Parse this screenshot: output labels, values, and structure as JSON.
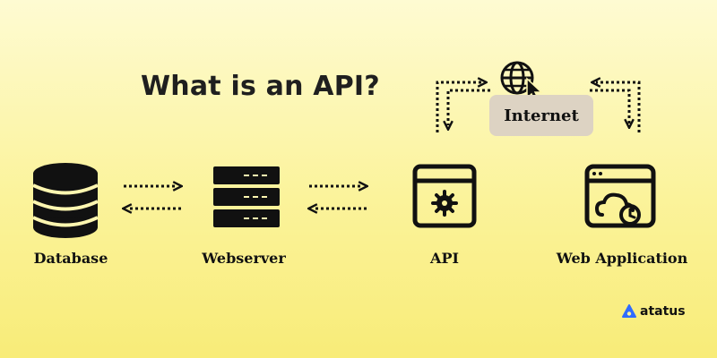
{
  "title": "What is an API?",
  "nodes": {
    "database": "Database",
    "webserver": "Webserver",
    "api": "API",
    "web_application": "Web Application",
    "internet": "Internet"
  },
  "brand": {
    "name": "atatus",
    "accent": "#2f6bff"
  },
  "colors": {
    "ink": "#111111",
    "pill": "#ddd3c3"
  }
}
